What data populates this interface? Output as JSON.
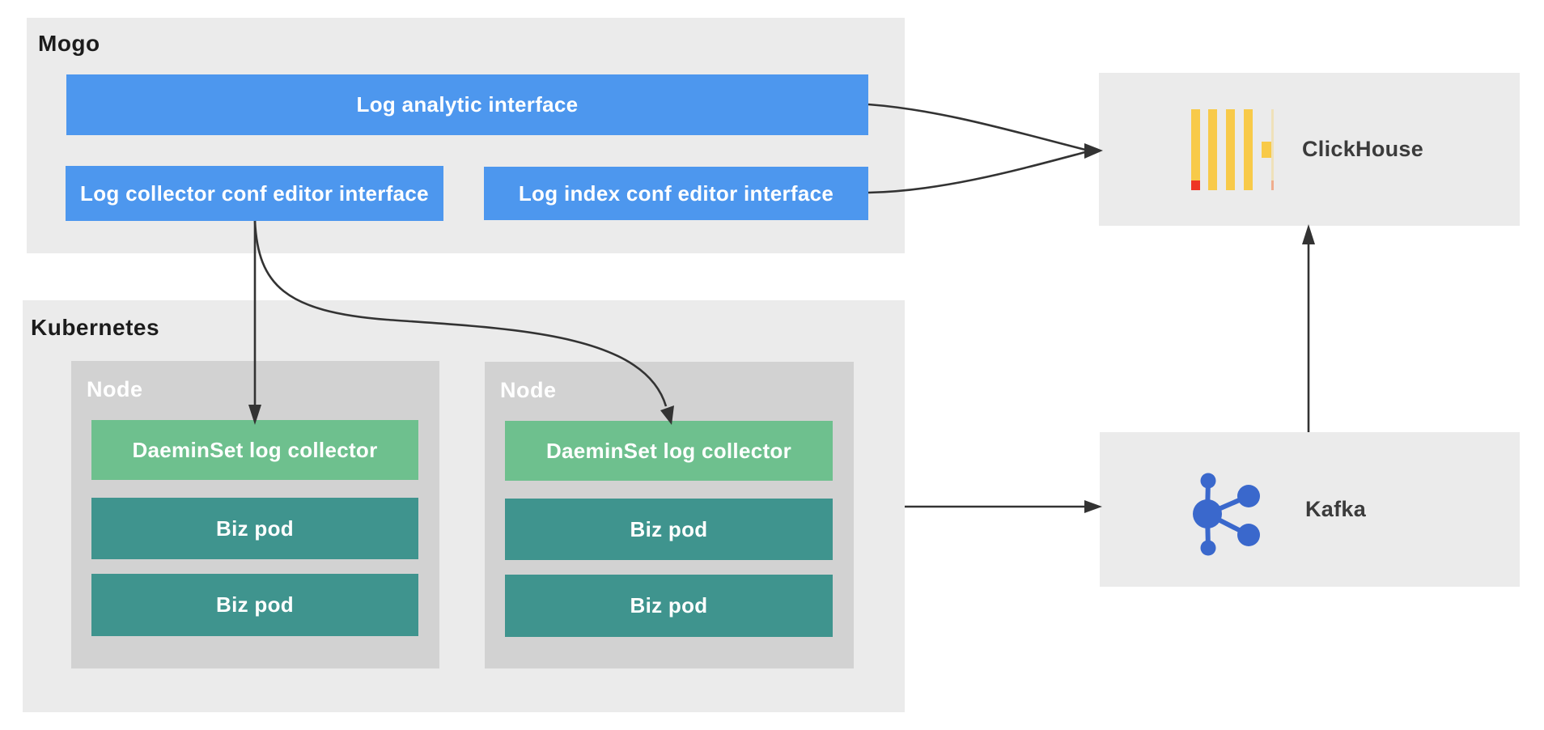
{
  "diagram": {
    "mogo": {
      "title": "Mogo",
      "interfaces": {
        "analytic": "Log analytic interface",
        "collector_editor": "Log collector conf editor interface",
        "index_editor": "Log index conf editor interface"
      }
    },
    "kubernetes": {
      "title": "Kubernetes",
      "nodes": [
        {
          "title": "Node",
          "pods": [
            "DaeminSet log collector",
            "Biz pod",
            "Biz pod"
          ]
        },
        {
          "title": "Node",
          "pods": [
            "DaeminSet log collector",
            "Biz pod",
            "Biz pod"
          ]
        }
      ]
    },
    "external": {
      "clickhouse": {
        "label": "ClickHouse",
        "icon": "clickhouse-logo"
      },
      "kafka": {
        "label": "Kafka",
        "icon": "kafka-logo"
      }
    },
    "colors": {
      "container_bg": "#ebebeb",
      "node_bg": "#d2d2d2",
      "interface_blue": "#4d97ee",
      "collector_green": "#6ec08e",
      "pod_teal": "#3f948e",
      "arrow": "#333333",
      "clickhouse_yellow": "#f8ca49",
      "clickhouse_red": "#ee3524",
      "kafka_blue": "#3a68cc",
      "group_title_text": "#1c1c1c",
      "external_label_text": "#3b3b3b",
      "box_text": "#ffffff"
    }
  }
}
